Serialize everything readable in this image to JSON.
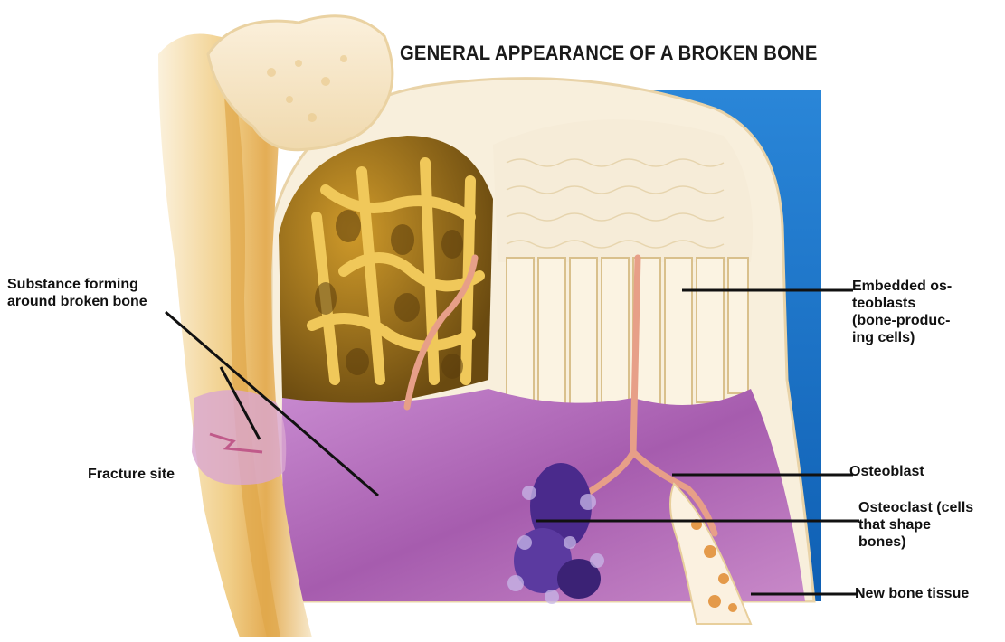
{
  "title": "GENERAL APPEARANCE OF A BROKEN BONE",
  "labels": {
    "substance": "Substance forming\naround broken bone",
    "fracture": "Fracture site",
    "embedded": "Embedded os-\nteoblasts\n(bone-produc-\ning cells)",
    "osteoblast": "Osteoblast",
    "osteoclast": "Osteoclast (cells\nthat shape\nbones)",
    "new_bone": "New bone tissue"
  },
  "colors": {
    "bone_outer": "#f6e6c2",
    "bone_dark": "#e2b15c",
    "marrow": "#a85fb0",
    "marrow_light": "#c889c8",
    "backdrop_blue": "#1f6fc4",
    "vessel": "#e49a86",
    "osteoclast": "#4a2a8c",
    "leader_line": "#111111"
  }
}
